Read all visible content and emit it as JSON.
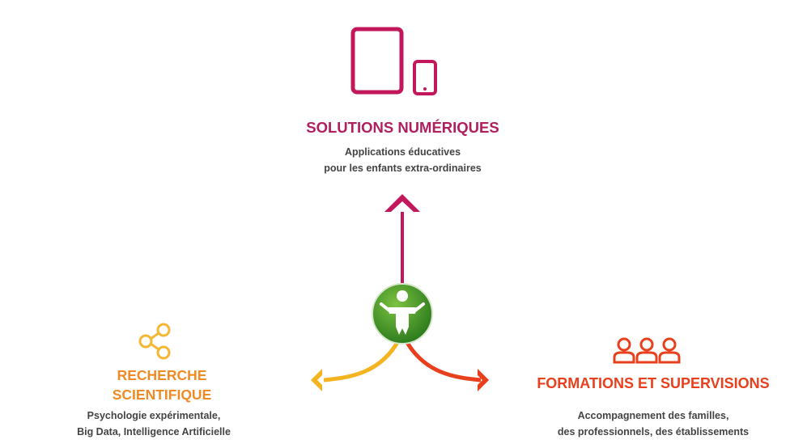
{
  "top": {
    "title": "SOLUTIONS NUMÉRIQUES",
    "description_line1": "Applications éducatives",
    "description_line2": "pour les enfants extra-ordinaires",
    "icon": "tablet-phone-icon",
    "color": "#b01e5f"
  },
  "left": {
    "title_line1": "RECHERCHE",
    "title_line2": "SCIENTIFIQUE",
    "description_line1": "Psychologie expérimentale,",
    "description_line2": "Big Data, Intelligence Artificielle",
    "icon": "share-network-icon",
    "color": "#f08a24"
  },
  "right": {
    "title": "FORMATIONS ET SUPERVISIONS",
    "description_line1": "Accompagnement des familles,",
    "description_line2": "des professionnels, des établissements",
    "icon": "group-people-icon",
    "color": "#e8401c"
  },
  "center": {
    "icon": "child-logo-icon",
    "color": "#3e8e2b"
  },
  "colors": {
    "top_connector": "#c2185b",
    "left_connector": "#f3b41f",
    "right_connector": "#e8401c"
  }
}
